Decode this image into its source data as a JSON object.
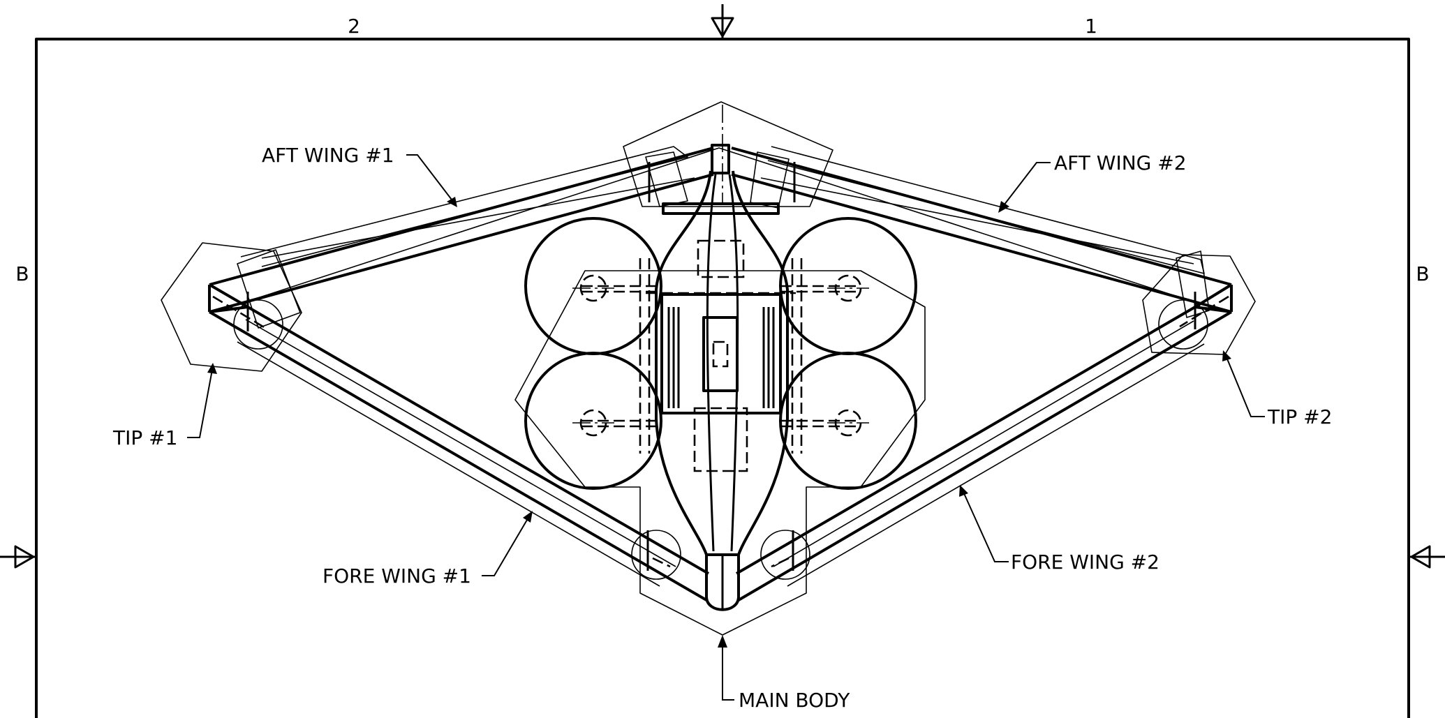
{
  "frame": {
    "zone_labels": {
      "top_left": "2",
      "top_right": "1",
      "left": "B",
      "right": "B"
    }
  },
  "callouts": {
    "aft_wing_1": "AFT WING #1",
    "aft_wing_2": "AFT WING #2",
    "tip_1": "TIP #1",
    "tip_2": "TIP #2",
    "fore_wing_1": "FORE WING #1",
    "fore_wing_2": "FORE WING #2",
    "main_body": "MAIN BODY"
  },
  "colors": {
    "line": "#000000",
    "paper": "#ffffff"
  }
}
